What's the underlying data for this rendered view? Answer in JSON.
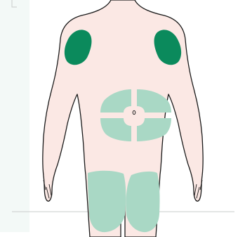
{
  "figure": {
    "colors": {
      "background": "#ffffff",
      "side_panel": "#f3f9f7",
      "frame_line": "#c9cccb",
      "skin": "#fbe8e4",
      "outline": "#1a1a1a",
      "site_active": "#0b8a5c",
      "site_zone": "#a9d8c5"
    },
    "body_view": "back",
    "injection_sites": [
      {
        "name": "left-upper-arm",
        "status": "active"
      },
      {
        "name": "right-upper-arm",
        "status": "active"
      },
      {
        "name": "abdomen-upper-left",
        "status": "zone"
      },
      {
        "name": "abdomen-upper-right",
        "status": "zone"
      },
      {
        "name": "abdomen-lower-left",
        "status": "zone"
      },
      {
        "name": "abdomen-lower-right",
        "status": "zone"
      },
      {
        "name": "left-thigh",
        "status": "zone"
      },
      {
        "name": "right-thigh",
        "status": "zone"
      }
    ]
  }
}
